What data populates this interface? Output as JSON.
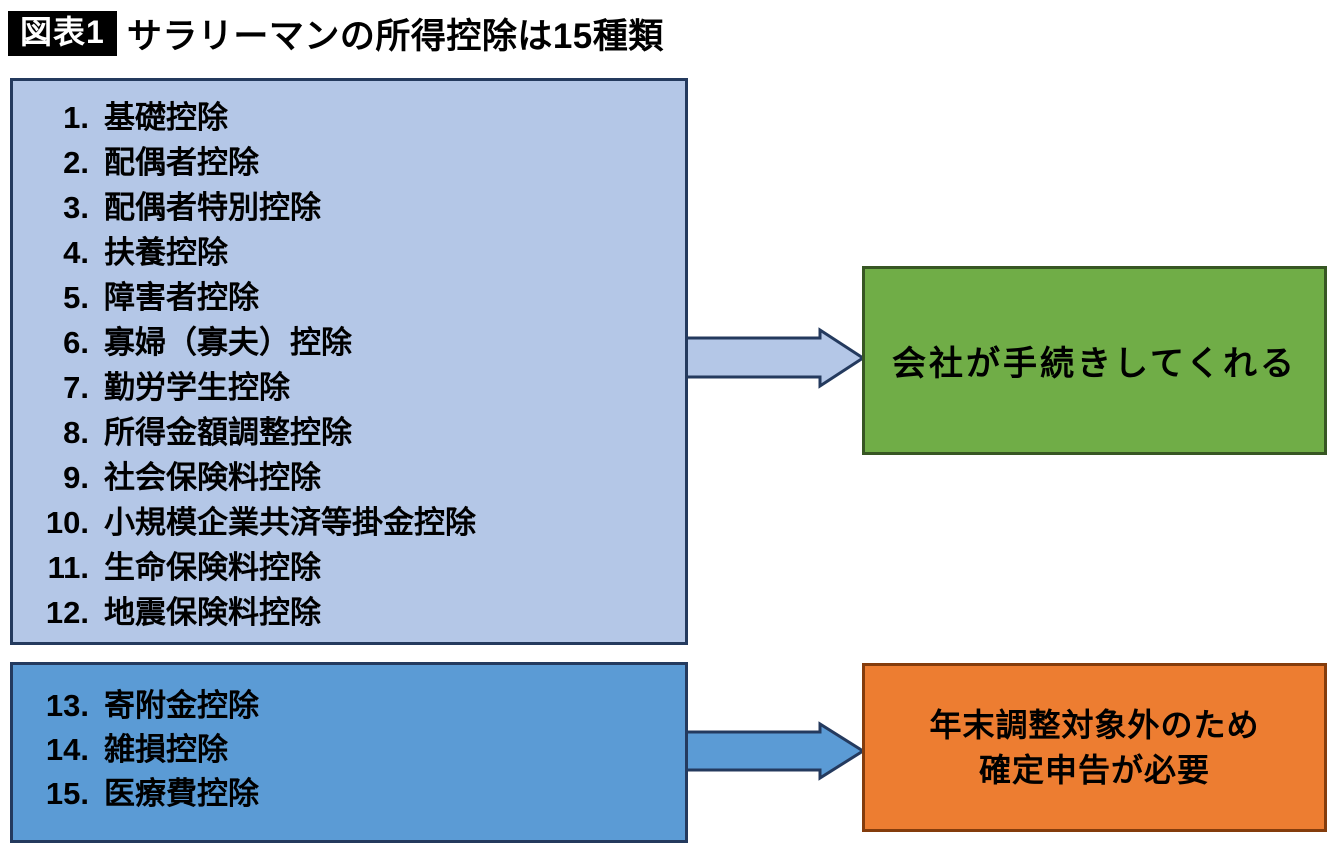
{
  "header": {
    "badge": "図表1",
    "title": "サラリーマンの所得控除は15種類"
  },
  "deduction_list_company": {
    "items": [
      {
        "num": "1.",
        "label": "基礎控除"
      },
      {
        "num": "2.",
        "label": "配偶者控除"
      },
      {
        "num": "3.",
        "label": "配偶者特別控除"
      },
      {
        "num": "4.",
        "label": "扶養控除"
      },
      {
        "num": "5.",
        "label": "障害者控除"
      },
      {
        "num": "6.",
        "label": "寡婦（寡夫）控除"
      },
      {
        "num": "7.",
        "label": "勤労学生控除"
      },
      {
        "num": "8.",
        "label": "所得金額調整控除"
      },
      {
        "num": "9.",
        "label": "社会保険料控除"
      },
      {
        "num": "10.",
        "label": "小規模企業共済等掛金控除"
      },
      {
        "num": "11.",
        "label": "生命保険料控除"
      },
      {
        "num": "12.",
        "label": "地震保険料控除"
      }
    ]
  },
  "deduction_list_self": {
    "items": [
      {
        "num": "13.",
        "label": "寄附金控除"
      },
      {
        "num": "14.",
        "label": "雑損控除"
      },
      {
        "num": "15.",
        "label": "医療費控除"
      }
    ]
  },
  "result_company": {
    "label": "会社が手続きしてくれる"
  },
  "result_tax_return": {
    "line1": "年末調整対象外のため",
    "line2": "確定申告が必要"
  },
  "colors": {
    "list_box_top_fill": "#b4c7e7",
    "list_box_bottom_fill": "#5b9bd5",
    "box_border_blue": "#243a5e",
    "green_fill": "#70ad47",
    "green_border": "#375623",
    "orange_fill": "#ed7d31",
    "orange_border": "#843c0c",
    "badge_bg": "#000000",
    "badge_text": "#ffffff"
  }
}
